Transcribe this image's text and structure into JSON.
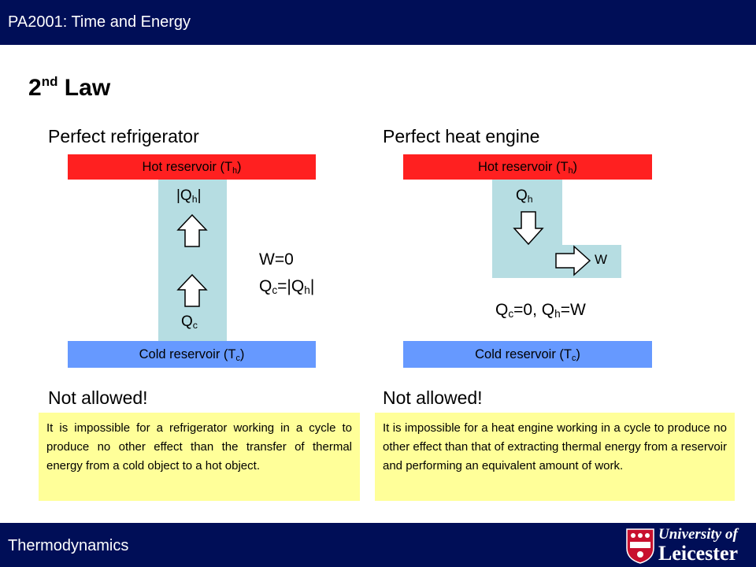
{
  "header": {
    "course_title": "PA2001: Time and Energy"
  },
  "footer": {
    "subject": "Thermodynamics",
    "logo_line1": "University of",
    "logo_line2": "Leicester"
  },
  "slide": {
    "title_main": "2",
    "title_sup": "nd",
    "title_rest": " Law"
  },
  "refrigerator": {
    "heading": "Perfect refrigerator",
    "hot_label": "Hot reservoir (T",
    "hot_sub": "h",
    "cold_label": "Cold reservoir (T",
    "cold_sub": "c",
    "close_paren": ")",
    "qh_label": "|Q",
    "qh_sub": "h",
    "qh_close": "|",
    "qc_label": "Q",
    "qc_sub": "c",
    "eq1": "W=0",
    "eq2_a": "Q",
    "eq2_sub1": "c",
    "eq2_b": "=|Q",
    "eq2_sub2": "h",
    "eq2_c": "|",
    "verdict": "Not allowed!",
    "statement": "It is impossible for a refrigerator working in a cycle to produce no other effect than the transfer of thermal energy from a cold object to a hot object."
  },
  "engine": {
    "heading": "Perfect heat engine",
    "hot_label": "Hot reservoir (T",
    "hot_sub": "h",
    "cold_label": "Cold reservoir (T",
    "cold_sub": "c",
    "close_paren": ")",
    "qh_label": "Q",
    "qh_sub": "h",
    "w_label": "W",
    "eq_a": "Q",
    "eq_sub1": "c",
    "eq_b": "=0, Q",
    "eq_sub2": "h",
    "eq_c": "=W",
    "verdict": "Not allowed!",
    "statement": "It is impossible for a heat engine working in a cycle to produce no other effect than that of extracting thermal energy from a reservoir and performing an equivalent amount of work."
  },
  "colors": {
    "bar": "#000e57",
    "hot": "#ff2020",
    "cold": "#6699ff",
    "column": "#b6dde2",
    "note": "#ffff99"
  }
}
